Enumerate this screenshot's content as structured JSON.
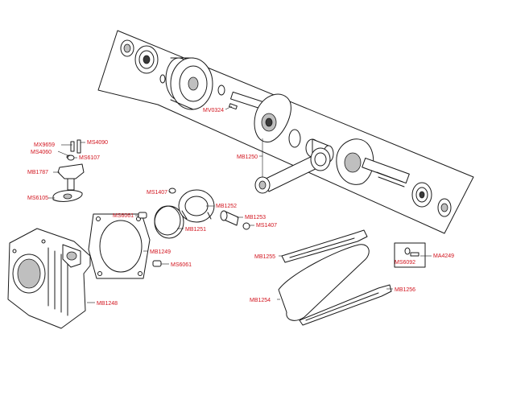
{
  "labels": {
    "mv0324": "MV0324",
    "mb1250": "MB1250",
    "mx9659": "MX9659",
    "ms4090": "MS4090",
    "ms4060": "MS4060",
    "ms6107": "MS6107",
    "mb1787": "MB1787",
    "ms6105": "MS6105",
    "ms1407_a": "MS1407",
    "mb1252": "MB1252",
    "ms6061_a": "MS6061",
    "mb1253": "MB1253",
    "ms1407_b": "MS1407",
    "mb1251": "MB1251",
    "mb1249": "MB1249",
    "ms6061_b": "MS6061",
    "mb1255": "MB1255",
    "ms6092": "MS6092",
    "ma4249": "MA4249",
    "mb1254": "MB1254",
    "mb1256": "MB1256",
    "mb1248": "MB1248"
  }
}
